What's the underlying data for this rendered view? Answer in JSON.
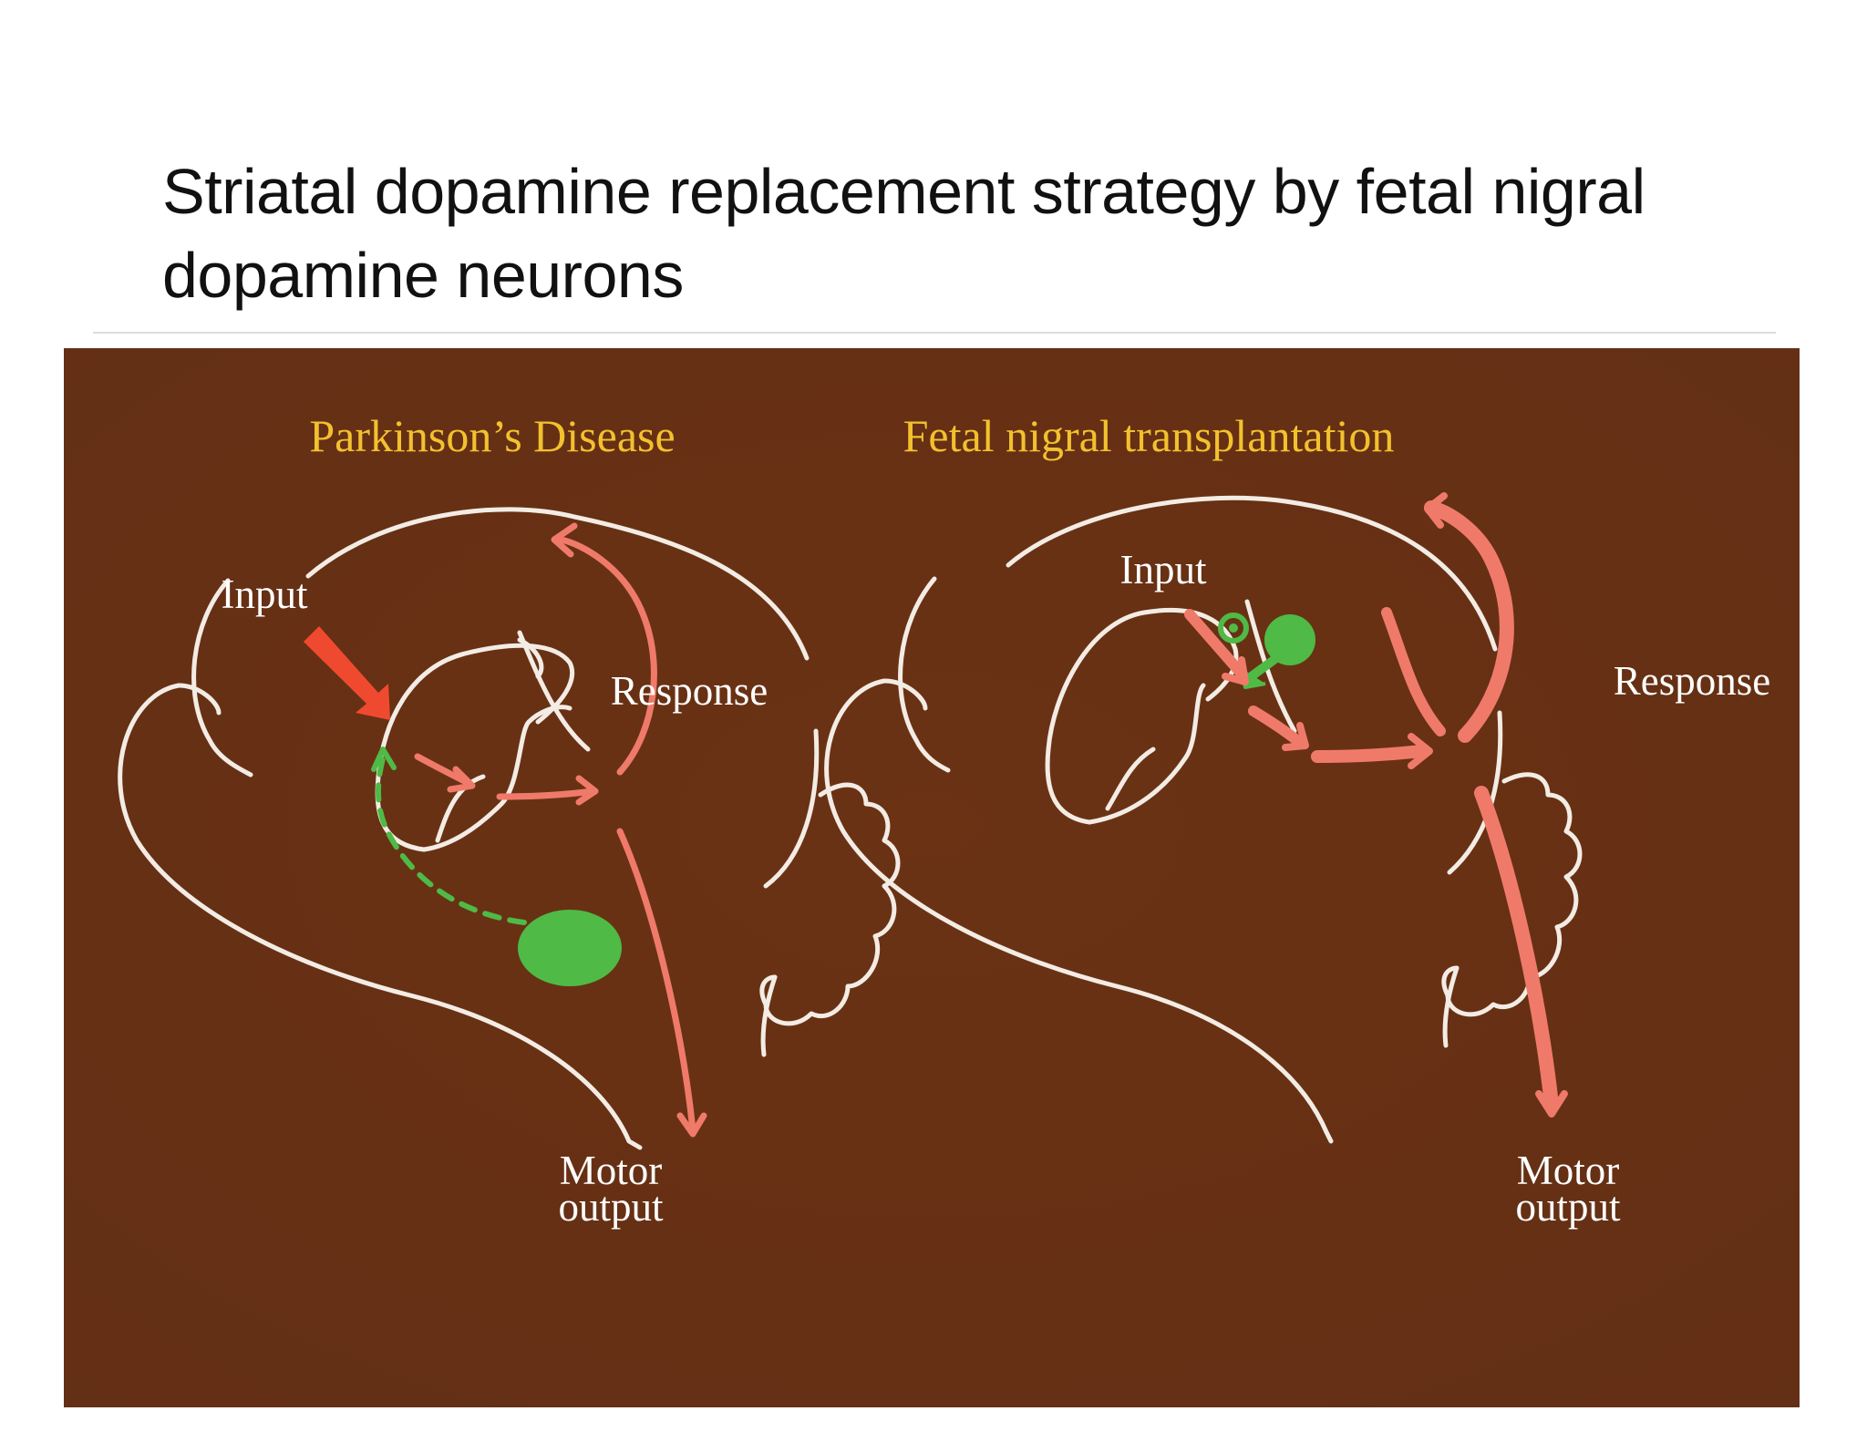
{
  "slide": {
    "title": "Striatal dopamine replacement strategy by fetal nigral dopamine neurons"
  },
  "colors": {
    "background": "#652f14",
    "outline": "#f3ece4",
    "pathway": "#f07a6a",
    "input_arrow_disease": "#ef4a2f",
    "dopamine": "#4fba46",
    "panel_title": "#f2c12e",
    "label": "#ffffff"
  },
  "panels": {
    "left": {
      "title": "Parkinson’s Disease",
      "input": "Input",
      "response": "Response",
      "motor_line1": "Motor",
      "motor_line2": "output"
    },
    "right": {
      "title": "Fetal nigral transplantation",
      "input": "Input",
      "response": "Response",
      "motor_line1": "Motor",
      "motor_line2": "output"
    }
  }
}
